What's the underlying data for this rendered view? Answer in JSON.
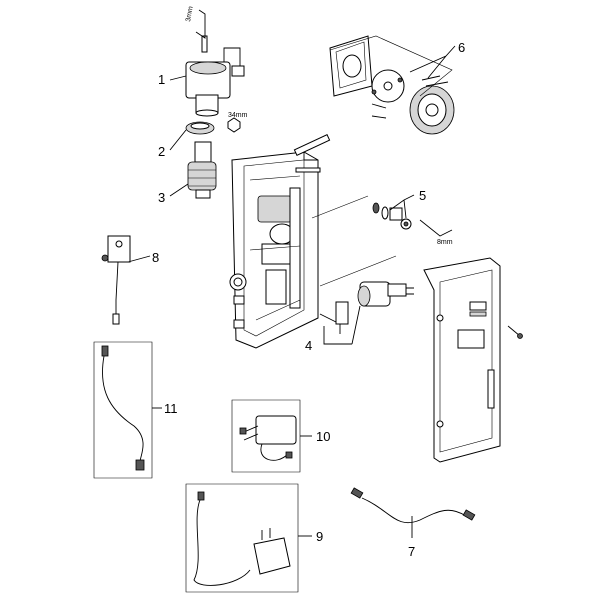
{
  "callouts": {
    "c1": "1",
    "c2": "2",
    "c3": "3",
    "c4": "4",
    "c5": "5",
    "c6": "6",
    "c7": "7",
    "c8": "8",
    "c9": "9",
    "c10": "10",
    "c11": "11"
  },
  "tool_labels": {
    "hex_3mm": "3mm",
    "nut_34mm": "34mm",
    "hex_8mm": "8mm"
  }
}
